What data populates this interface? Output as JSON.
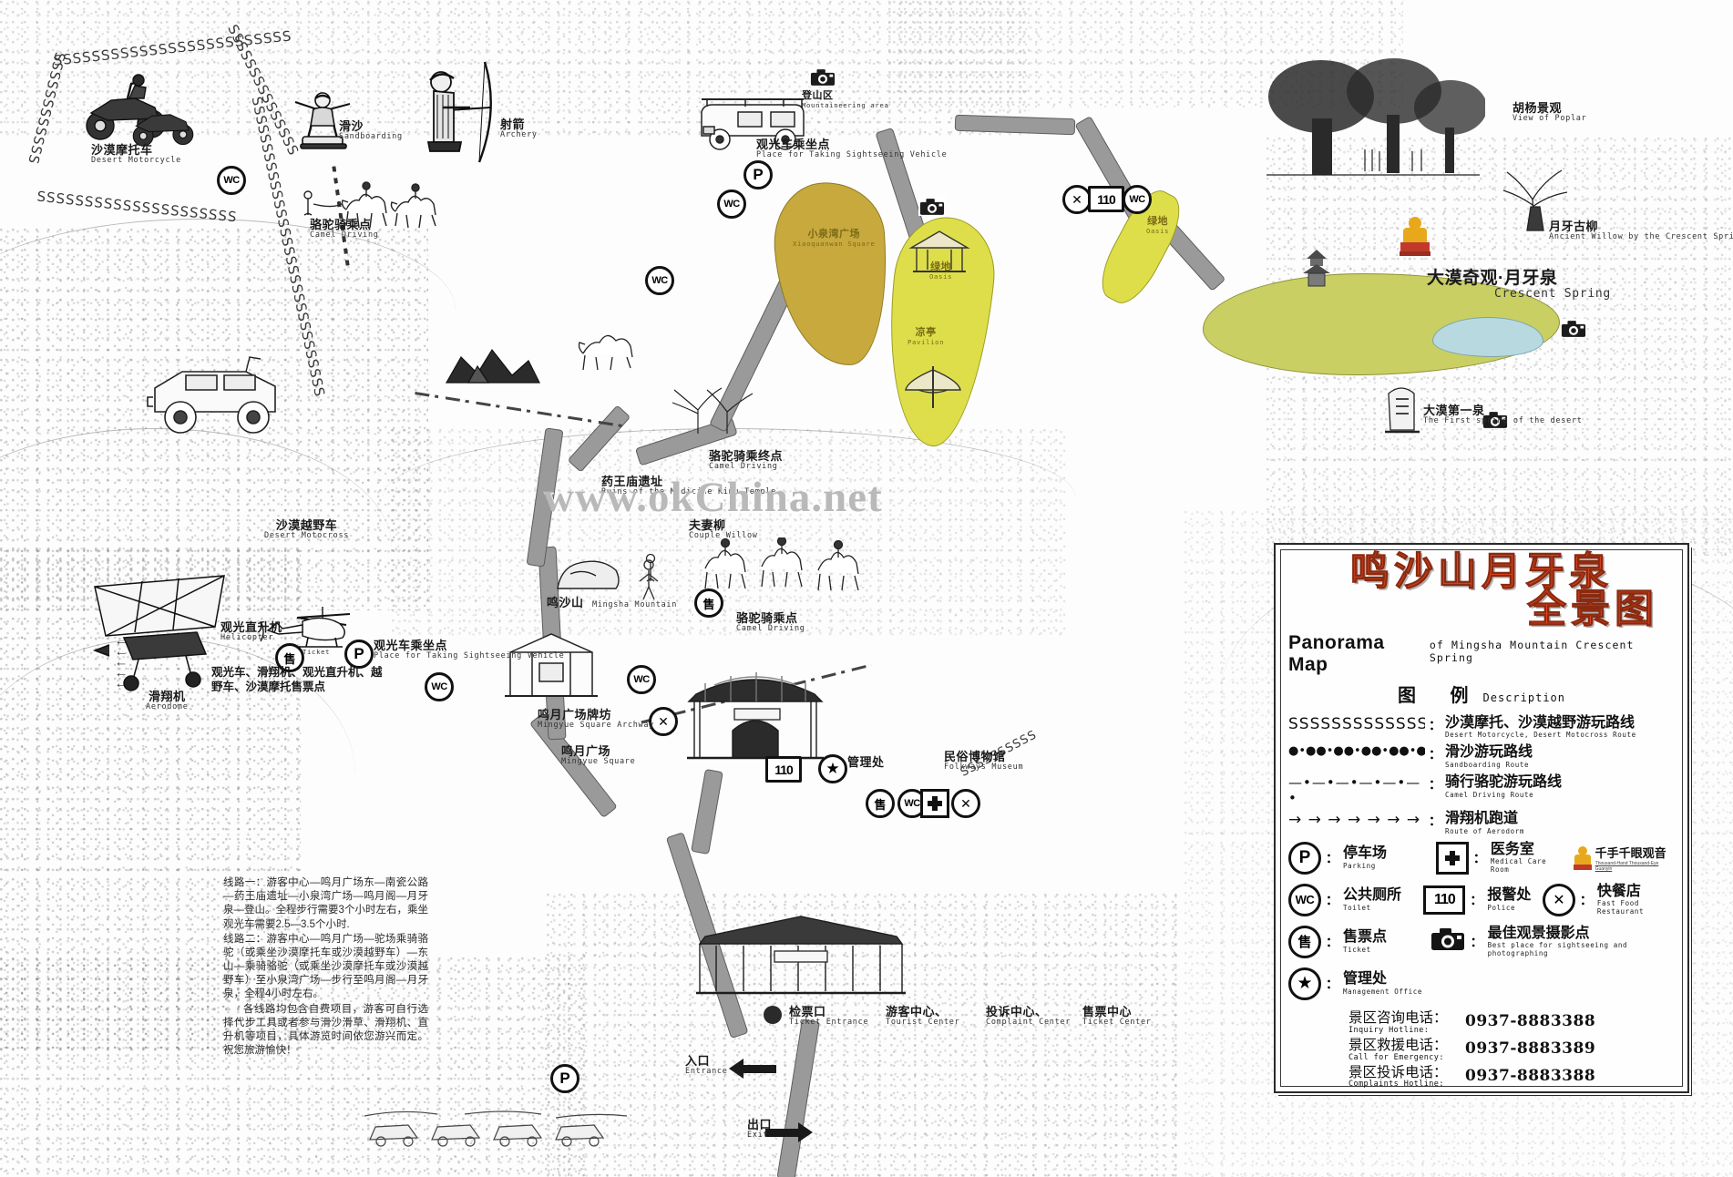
{
  "watermark": "www.okChina.net",
  "legend": {
    "title_line1": "鸣沙山月牙泉",
    "title_line2": "全景图",
    "subtitle_main": "Panorama Map",
    "subtitle_rest": "of Mingsha Mountain Crescent Spring",
    "desc_cn": "图 例",
    "desc_en": "Description",
    "colon": "：",
    "routes": [
      {
        "symbol": "ЅЅЅЅЅЅЅЅЅЅЅЅЅ",
        "cn": "沙漠摩托、沙漠越野游玩路线",
        "en": "Desert Motorcycle, Desert Motocross  Route"
      },
      {
        "symbol": "●•●●•●●•●●•●●•●●",
        "cn": "滑沙游玩路线",
        "en": "Sandboarding Route"
      },
      {
        "symbol": "—•—•—•—•—•—•",
        "cn": "骑行骆驼游玩路线",
        "en": "Camel Driving Route"
      },
      {
        "symbol": "→ → → → → → →",
        "cn": "滑翔机跑道",
        "en": "Route of Aerodorm"
      }
    ],
    "icons": [
      {
        "glyph": "P",
        "kind": "circle",
        "cn": "停车场",
        "en": "Parking"
      },
      {
        "glyph": "+",
        "kind": "medical",
        "cn": "医务室",
        "en": "Medical Care Room"
      },
      {
        "glyph": "WC",
        "kind": "circle",
        "cn": "公共厕所",
        "en": "Toilet"
      },
      {
        "glyph": "110",
        "kind": "rect",
        "cn": "报警处",
        "en": "Police"
      },
      {
        "glyph": "✕",
        "kind": "circle",
        "cn": "快餐店",
        "en": "Fast Food Restaurant"
      },
      {
        "glyph": "售",
        "kind": "circle",
        "cn": "售票点",
        "en": "Ticket"
      },
      {
        "glyph": "camera",
        "kind": "camera",
        "cn": "最佳观景摄影点",
        "en": "Best place for sightseeing and photographing"
      },
      {
        "glyph": "★",
        "kind": "circle",
        "cn": "管理处",
        "en": "Management Office"
      }
    ],
    "guanyin": {
      "cn": "千手千眼观音",
      "en": "Thousand-Hand Thousand-Eye Guanyin"
    },
    "phones": [
      {
        "cn": "景区咨询电话：",
        "en": "Inquiry Hotline:",
        "number": "0937-8883388"
      },
      {
        "cn": "景区救援电话：",
        "en": "Call for Emergency:",
        "number": "0937-8883389"
      },
      {
        "cn": "景区投诉电话：",
        "en": "Complaints Hotline:",
        "number": "0937-8883388"
      }
    ]
  },
  "route_text": {
    "line1": "线路一：游客中心—鸣月广场东—南瓷公路—药王庙遗址—小泉湾广场—鸣月阁—月牙泉—登山。全程步行需要3个小时左右，乘坐观光车需要2.5—3.5个小时.",
    "line2": "线路二：游客中心—鸣月广场—驼场乘骑骆驼（或乘坐沙漠摩托车或沙漠越野车）—东山—乘骑骆驼（或乘坐沙漠摩托车或沙漠越野车）至小泉湾广场—步行至鸣月阁—月牙泉，全程4小时左右。",
    "line3": "各线路均包含自费项目，游客可自行选择代步工具或者参与滑沙滑草、滑翔机、直升机等项目，具体游览时间依您游兴而定。祝您旅游愉快！"
  },
  "labels": [
    {
      "cn": "沙漠摩托车",
      "en": "Desert Motorcycle"
    },
    {
      "cn": "滑沙",
      "en": "Sandboarding"
    },
    {
      "cn": "射箭",
      "en": "Archery"
    },
    {
      "cn": "骆驼骑乘点",
      "en": "Camel Driving"
    },
    {
      "cn": "登山区",
      "en": "Mountaineering area"
    },
    {
      "cn": "观光车乘坐点",
      "en": "Place for Taking Sightseeing Vehicle"
    },
    {
      "cn": "小泉湾广场",
      "en": "Xiaoquanwan Square"
    },
    {
      "cn": "绿地",
      "en": "Oasis"
    },
    {
      "cn": "凉亭",
      "en": "Pavilion"
    },
    {
      "cn": "胡杨景观",
      "en": "View of Poplar"
    },
    {
      "cn": "月牙古柳",
      "en": "Ancient Willow by the Crescent Spring"
    },
    {
      "cn": "大漠奇观·月牙泉",
      "en": "Crescent Spring"
    },
    {
      "cn": "大漠第一泉",
      "en": "The First spring of the desert"
    },
    {
      "cn": "沙漠越野车",
      "en": "Desert Motocross"
    },
    {
      "cn": "骆驼骑乘终点",
      "en": "Camel Driving"
    },
    {
      "cn": "药王庙遗址",
      "en": "Ruins of the Medicine King Temple"
    },
    {
      "cn": "夫妻柳",
      "en": "Couple Willow"
    },
    {
      "cn": "鸣沙山",
      "en": "Mingsha Mountain"
    },
    {
      "cn": "骆驼骑乘点",
      "en": "Camel Driving"
    },
    {
      "cn": "滑翔机",
      "en": "Aerodome"
    },
    {
      "cn": "观光直升机",
      "en": "Helicopter"
    },
    {
      "cn": "观光车乘坐点",
      "en": "Place for Taking Sightseeing Vehicle"
    },
    {
      "cn": "鸣月广场牌坊",
      "en": "Mingyue Square Archway"
    },
    {
      "cn": "鸣月广场",
      "en": "Mingyue Square"
    },
    {
      "cn": "民俗博物馆",
      "en": "Folkways Museum"
    },
    {
      "cn": "管理处",
      "en": "Management Office"
    },
    {
      "cn": "检票口",
      "en": "Ticket Entrance"
    },
    {
      "cn": "游客中心、",
      "en": "Tourist Center"
    },
    {
      "cn": "投诉中心、",
      "en": "Complaint Center"
    },
    {
      "cn": "售票中心",
      "en": "Ticket Center"
    },
    {
      "cn": "入口",
      "en": "Entrance"
    },
    {
      "cn": "出口",
      "en": "Exit"
    }
  ],
  "ticket_note": "观光车、滑翔机、观光直升机、越野车、沙漠摩托售票点",
  "tickets_label": {
    "cn": "售",
    "en": "Ticket"
  },
  "colors": {
    "accent_red": "#e0441f",
    "plaza_gold": "#c8a93e",
    "oasis_yellow": "#dede4a",
    "road_gray": "#9a9a9a",
    "water_blue": "#b8d9e0"
  }
}
